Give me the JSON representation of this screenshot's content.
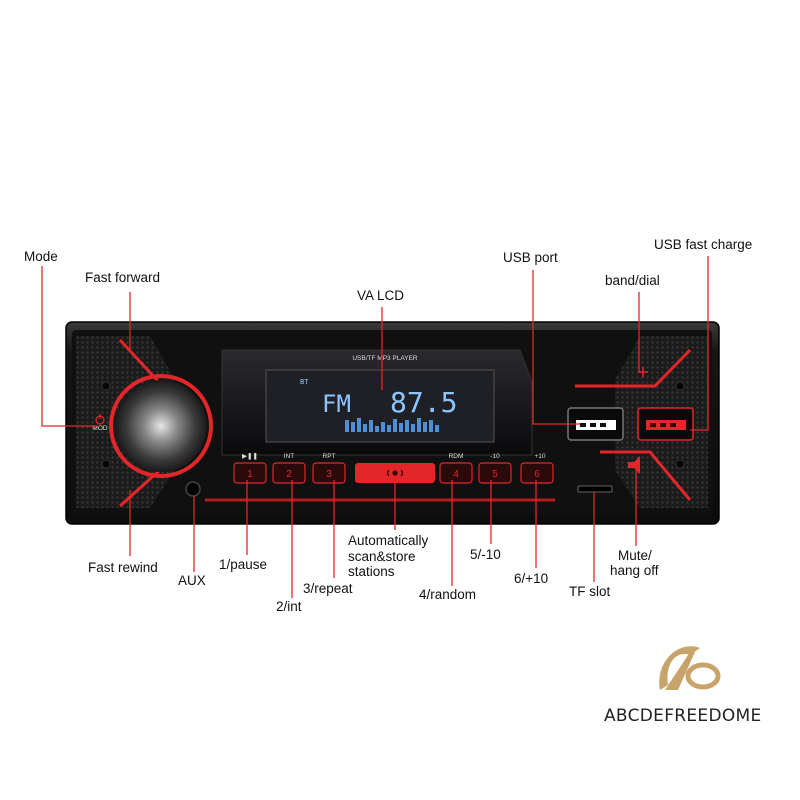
{
  "device": {
    "header_text": "USB/TF MP3 PLAYER",
    "display_band": "FM",
    "display_frequency": "87.5",
    "display_indicator": "BT",
    "knob_label": "MOD",
    "button_symbols": {
      "play_pause": "▶❚❚",
      "int": "INT",
      "rpt": "RPT",
      "rdm": "RDM",
      "minus10": "-10",
      "plus10": "+10"
    },
    "buttons": [
      "1",
      "2",
      "3",
      "4",
      "5",
      "6"
    ]
  },
  "labels": {
    "mode": "Mode",
    "fast_forward": "Fast forward",
    "va_lcd": "VA LCD",
    "usb_port": "USB port",
    "usb_fast_charge": "USB fast charge",
    "band_dial": "band/dial",
    "fast_rewind": "Fast rewind",
    "aux": "AUX",
    "pause": "1/pause",
    "int": "2/int",
    "repeat": "3/repeat",
    "auto_scan_1": "Automatically",
    "auto_scan_2": "scan&store",
    "auto_scan_3": "stations",
    "random": "4/random",
    "minus10": "5/-10",
    "plus10": "6/+10",
    "tf_slot": "TF slot",
    "mute_1": "Mute/",
    "mute_2": "hang off"
  },
  "brand": {
    "name": "ABCDEFREEDOME"
  },
  "colors": {
    "accent": "#e3262a",
    "lcd": "#8fc4ff",
    "body": "#1a1a1a",
    "brand_gold": "#c9a46a"
  }
}
